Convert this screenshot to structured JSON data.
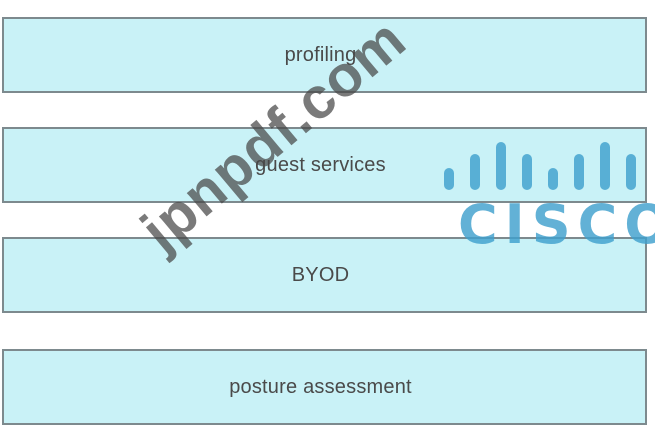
{
  "options": [
    {
      "label": "profiling"
    },
    {
      "label": "guest services"
    },
    {
      "label": "BYOD"
    },
    {
      "label": "posture assessment"
    }
  ],
  "watermark": {
    "text": "jpnpdf.com"
  },
  "logo": {
    "text": "CISCO",
    "name": "cisco-logo",
    "color": "#40a0cd"
  },
  "colors": {
    "box_fill": "#c9f2f7",
    "box_border": "#7d8a8e",
    "text": "#4a4a4a"
  }
}
